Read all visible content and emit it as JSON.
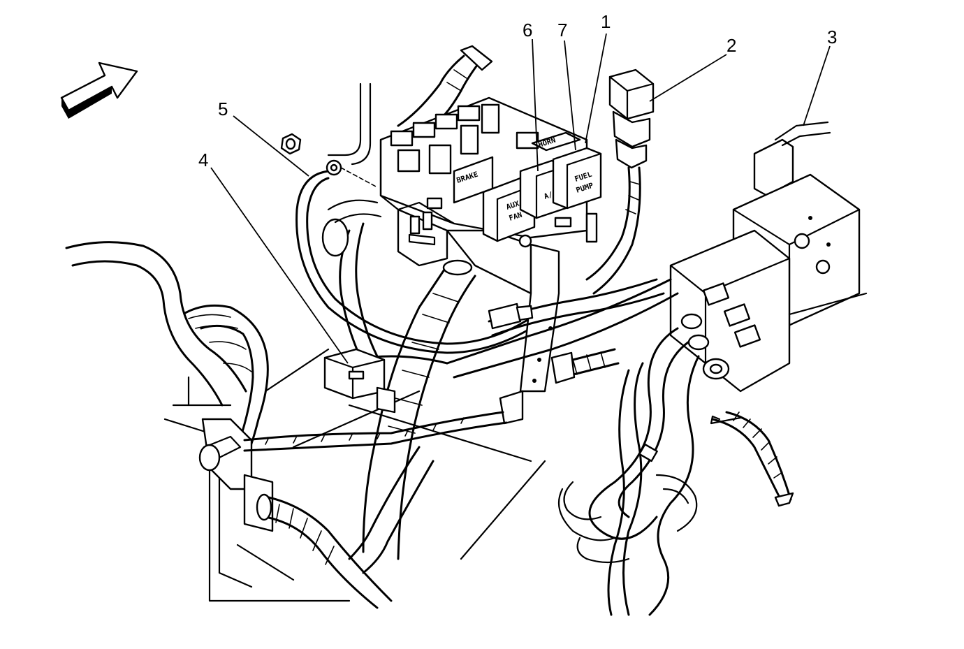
{
  "callouts": [
    "1",
    "2",
    "3",
    "4",
    "5",
    "6",
    "7"
  ],
  "relay_labels": {
    "brake": "BRAKE",
    "horn": "HORN",
    "aux_fan_line1": "AUX",
    "aux_fan_line2": "FAN",
    "ac": "A/C",
    "fuel_pump_line1": "FUEL",
    "fuel_pump_line2": "PUMP"
  },
  "icons": {
    "direction_arrow": "front-direction-arrow-icon"
  }
}
